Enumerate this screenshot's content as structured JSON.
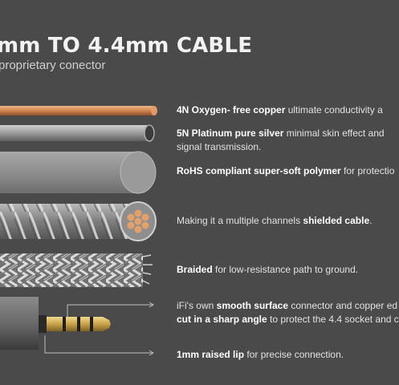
{
  "header": {
    "title": "mm TO 4.4mm CABLE",
    "subtitle": "proprietary conector"
  },
  "features": [
    {
      "bold": "4N Oxygen- free copper",
      "text": " ultimate conductivity a"
    },
    {
      "bold": "5N Platinum pure silver",
      "text": " minimal skin effect and",
      "text2": "signal transmission."
    },
    {
      "bold": "RoHS compliant super-soft polymer",
      "text": " for protectio"
    },
    {
      "pre": "Making it a multiple channels ",
      "bold": "shielded cable",
      "text": "."
    },
    {
      "bold": "Braided",
      "text": " for low-resistance path to ground."
    },
    {
      "pre": "iFi's own ",
      "bold": "smooth surface",
      "text": " connector and copper ed",
      "bold2": "cut in a sharp angle",
      "text2": " to protect the 4.4 socket and c"
    },
    {
      "bold": "1mm raised lip",
      "text": " for precise connection."
    }
  ],
  "colors": {
    "background": "#4a4a4a",
    "copper": "#d58a55",
    "silver": "#9a9a9a",
    "gold": "#c9a24a"
  }
}
